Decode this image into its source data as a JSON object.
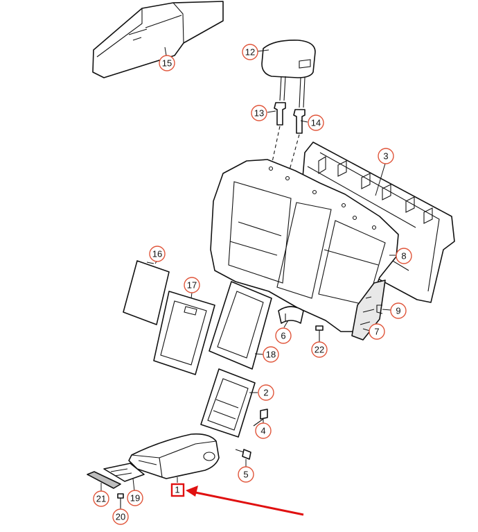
{
  "colors": {
    "line": "#111111",
    "callout_ring": "#e0553a",
    "highlight": "#e01010",
    "background": "#ffffff"
  },
  "callouts": [
    {
      "id": "1",
      "label": "1",
      "highlighted": true
    },
    {
      "id": "2",
      "label": "2"
    },
    {
      "id": "3",
      "label": "3"
    },
    {
      "id": "4",
      "label": "4"
    },
    {
      "id": "5",
      "label": "5"
    },
    {
      "id": "6",
      "label": "6"
    },
    {
      "id": "7",
      "label": "7"
    },
    {
      "id": "8",
      "label": "8"
    },
    {
      "id": "9",
      "label": "9"
    },
    {
      "id": "12",
      "label": "12"
    },
    {
      "id": "13",
      "label": "13"
    },
    {
      "id": "14",
      "label": "14"
    },
    {
      "id": "15",
      "label": "15"
    },
    {
      "id": "16",
      "label": "16"
    },
    {
      "id": "17",
      "label": "17"
    },
    {
      "id": "18",
      "label": "18"
    },
    {
      "id": "19",
      "label": "19"
    },
    {
      "id": "20",
      "label": "20"
    },
    {
      "id": "21",
      "label": "21"
    },
    {
      "id": "22",
      "label": "22"
    }
  ]
}
